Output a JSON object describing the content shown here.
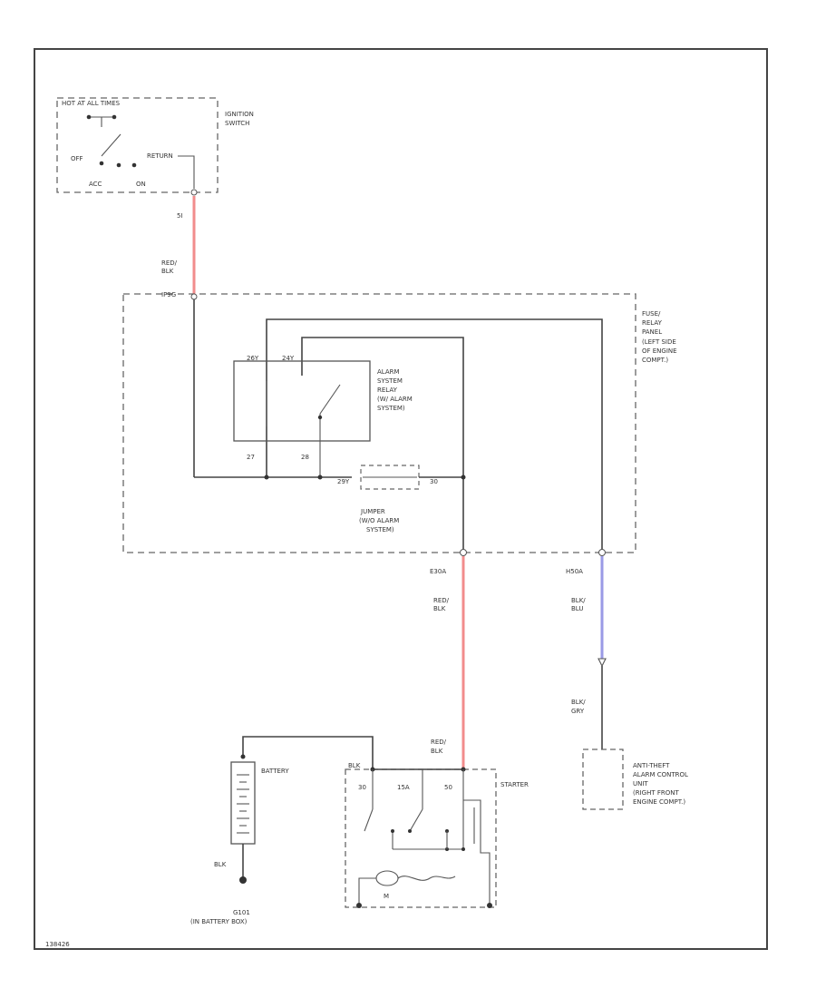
{
  "colors": {
    "red_wire": "#f28c8c",
    "blue_wire": "#9a9ae6",
    "border": "#444444",
    "background": "#ffffff"
  },
  "labels": {
    "switch_box_header": "HOT AT ALL TIMES",
    "switch_off": "OFF",
    "switch_return": "RETURN",
    "switch_acc": "ACC",
    "switch_on": "ON",
    "ignition_switch": [
      "IGNITION",
      "SWITCH"
    ],
    "wire_top_number": "5I",
    "wire_top_color": [
      "RED/",
      "BLK"
    ],
    "relay_panel_entry": "IP9G",
    "fuse_relay_panel": [
      "FUSE/",
      "RELAY",
      "PANEL",
      "(LEFT SIDE",
      "OF ENGINE",
      "COMPT.)"
    ],
    "relay_pin_left": "26Y",
    "relay_pin_right": "24Y",
    "alarm_relay": [
      "ALARM",
      "SYSTEM",
      "RELAY",
      "(W/ ALARM",
      "SYSTEM)"
    ],
    "relay_bottom_left": "27",
    "relay_bottom_right": "28",
    "jumper_pin_left": "29Y",
    "jumper_pin_right": "30",
    "jumper": [
      "JUMPER",
      "(W/O ALARM",
      "SYSTEM)"
    ],
    "connector_mid": "E30A",
    "connector_right": "H50A",
    "wire_mid_color": [
      "RED/",
      "BLK"
    ],
    "wire_right_color_top": [
      "BLK/",
      "BLU"
    ],
    "wire_right_color_bottom": [
      "BLK/",
      "GRY"
    ],
    "battery": "BATTERY",
    "ground_wire": "BLK",
    "ground": [
      "G101",
      "(IN BATTERY BOX)"
    ],
    "starter_wire_color": [
      "RED/",
      "BLK"
    ],
    "starter_blk": "BLK",
    "starter_pin_1": "30",
    "starter_pin_2": "15A",
    "starter_pin_3": "50",
    "starter": "STARTER",
    "motor": "M",
    "antitheft": [
      "ANTI-THEFT",
      "ALARM CONTROL",
      "UNIT",
      "(RIGHT FRONT",
      "ENGINE COMPT.)"
    ],
    "figure_code": "138426"
  }
}
